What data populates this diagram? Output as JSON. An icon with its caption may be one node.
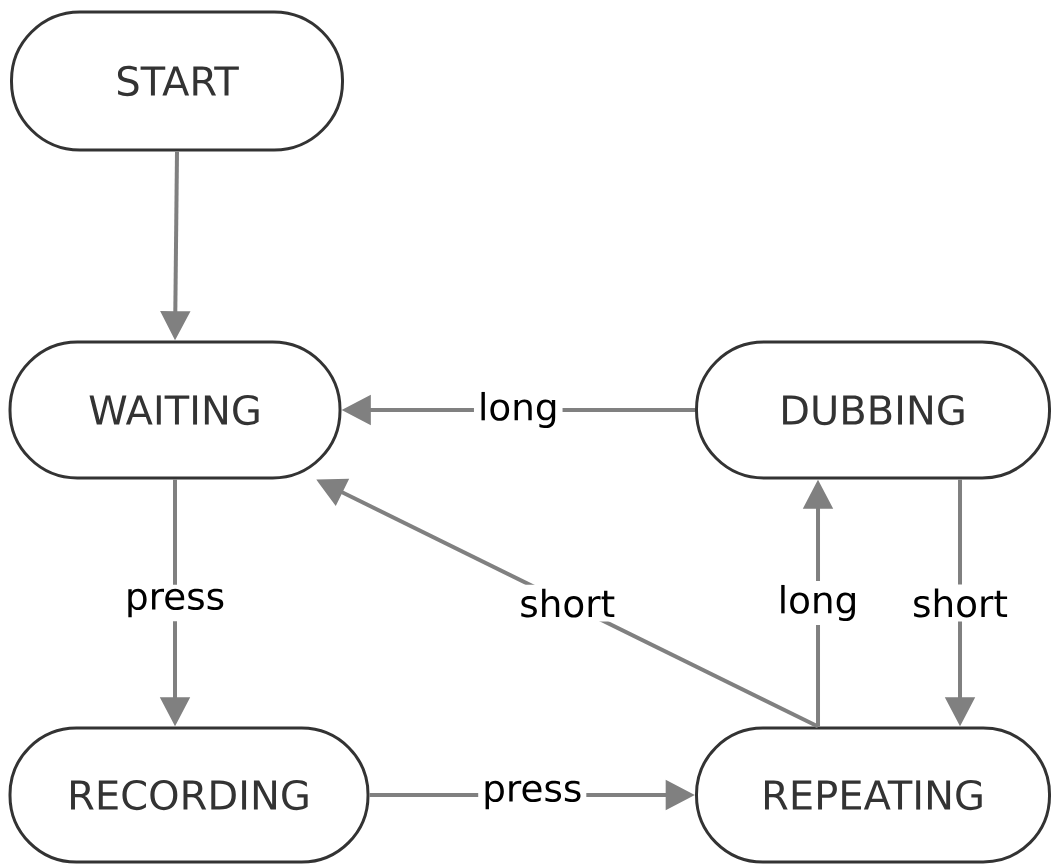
{
  "diagram": {
    "nodes": [
      {
        "text": [
          "START"
        ]
      },
      {
        "text": [
          "WAITING"
        ]
      },
      {
        "text": [
          "DUBBING"
        ]
      },
      {
        "text": [
          "RECORDING"
        ]
      },
      {
        "text": [
          "REPEATING"
        ]
      }
    ],
    "edges": [
      {
        "from": 0,
        "to": 1,
        "arrow": "to"
      },
      {
        "from": 2,
        "to": 1,
        "arrow": "to",
        "label": "long"
      },
      {
        "from": 1,
        "to": 3,
        "arrow": "to",
        "label": "press"
      },
      {
        "from": 3,
        "to": 4,
        "arrow": "to",
        "label": "press"
      },
      {
        "from": 4,
        "to": 1,
        "arrow": "to",
        "label": "short"
      },
      {
        "from": 4,
        "to": 2,
        "arrow": "to",
        "label": "long"
      },
      {
        "from": 2,
        "to": 4,
        "arrow": "to",
        "label": "short"
      }
    ]
  }
}
